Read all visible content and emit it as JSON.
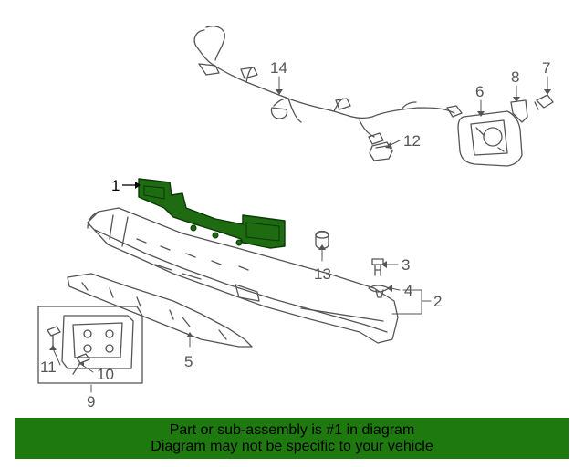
{
  "callouts": {
    "c1": "1",
    "c2": "2",
    "c3": "3",
    "c4": "4",
    "c5": "5",
    "c6": "6",
    "c7": "7",
    "c8": "8",
    "c9": "9",
    "c10": "10",
    "c11": "11",
    "c12": "12",
    "c13": "13",
    "c14": "14"
  },
  "colors": {
    "highlight_part": "#1e6b12",
    "footer_bg": "#1e7a0f",
    "line_art": "#555555"
  },
  "footer": {
    "line1": "Part or sub-assembly is #1 in diagram",
    "line2": "Diagram may not be specific to your vehicle"
  }
}
